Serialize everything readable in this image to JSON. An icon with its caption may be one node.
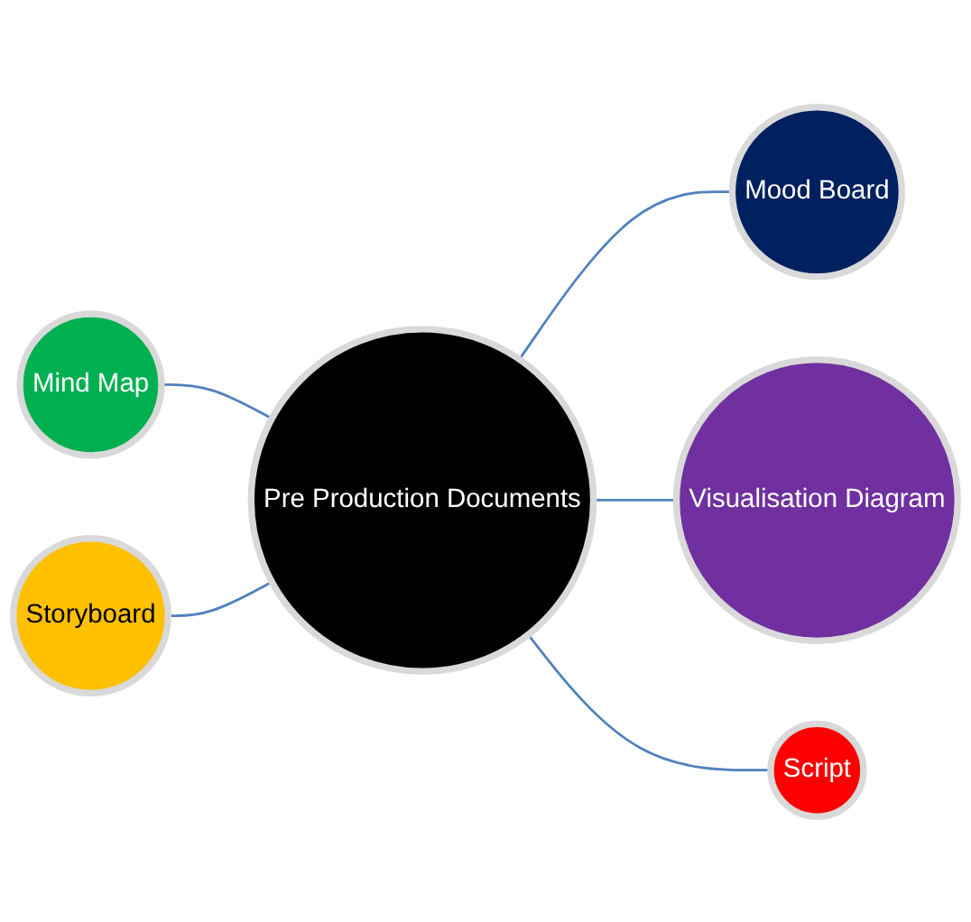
{
  "diagram": {
    "nodes": [
      {
        "text": [
          "Pre Production Documents"
        ]
      },
      {
        "text": [
          "Mind Map"
        ]
      },
      {
        "text": [
          "Storyboard"
        ]
      },
      {
        "text": [
          "Mood Board"
        ]
      },
      {
        "text": [
          "Visualisation Diagram"
        ]
      },
      {
        "text": [
          "Script"
        ]
      }
    ],
    "edges": [
      {
        "from": 1,
        "to": 0,
        "arrow": "none"
      },
      {
        "from": 2,
        "to": 0,
        "arrow": "none"
      },
      {
        "from": 0,
        "to": 3,
        "arrow": "none"
      },
      {
        "from": 0,
        "to": 4,
        "arrow": "none"
      },
      {
        "from": 0,
        "to": 5,
        "arrow": "none"
      }
    ]
  }
}
